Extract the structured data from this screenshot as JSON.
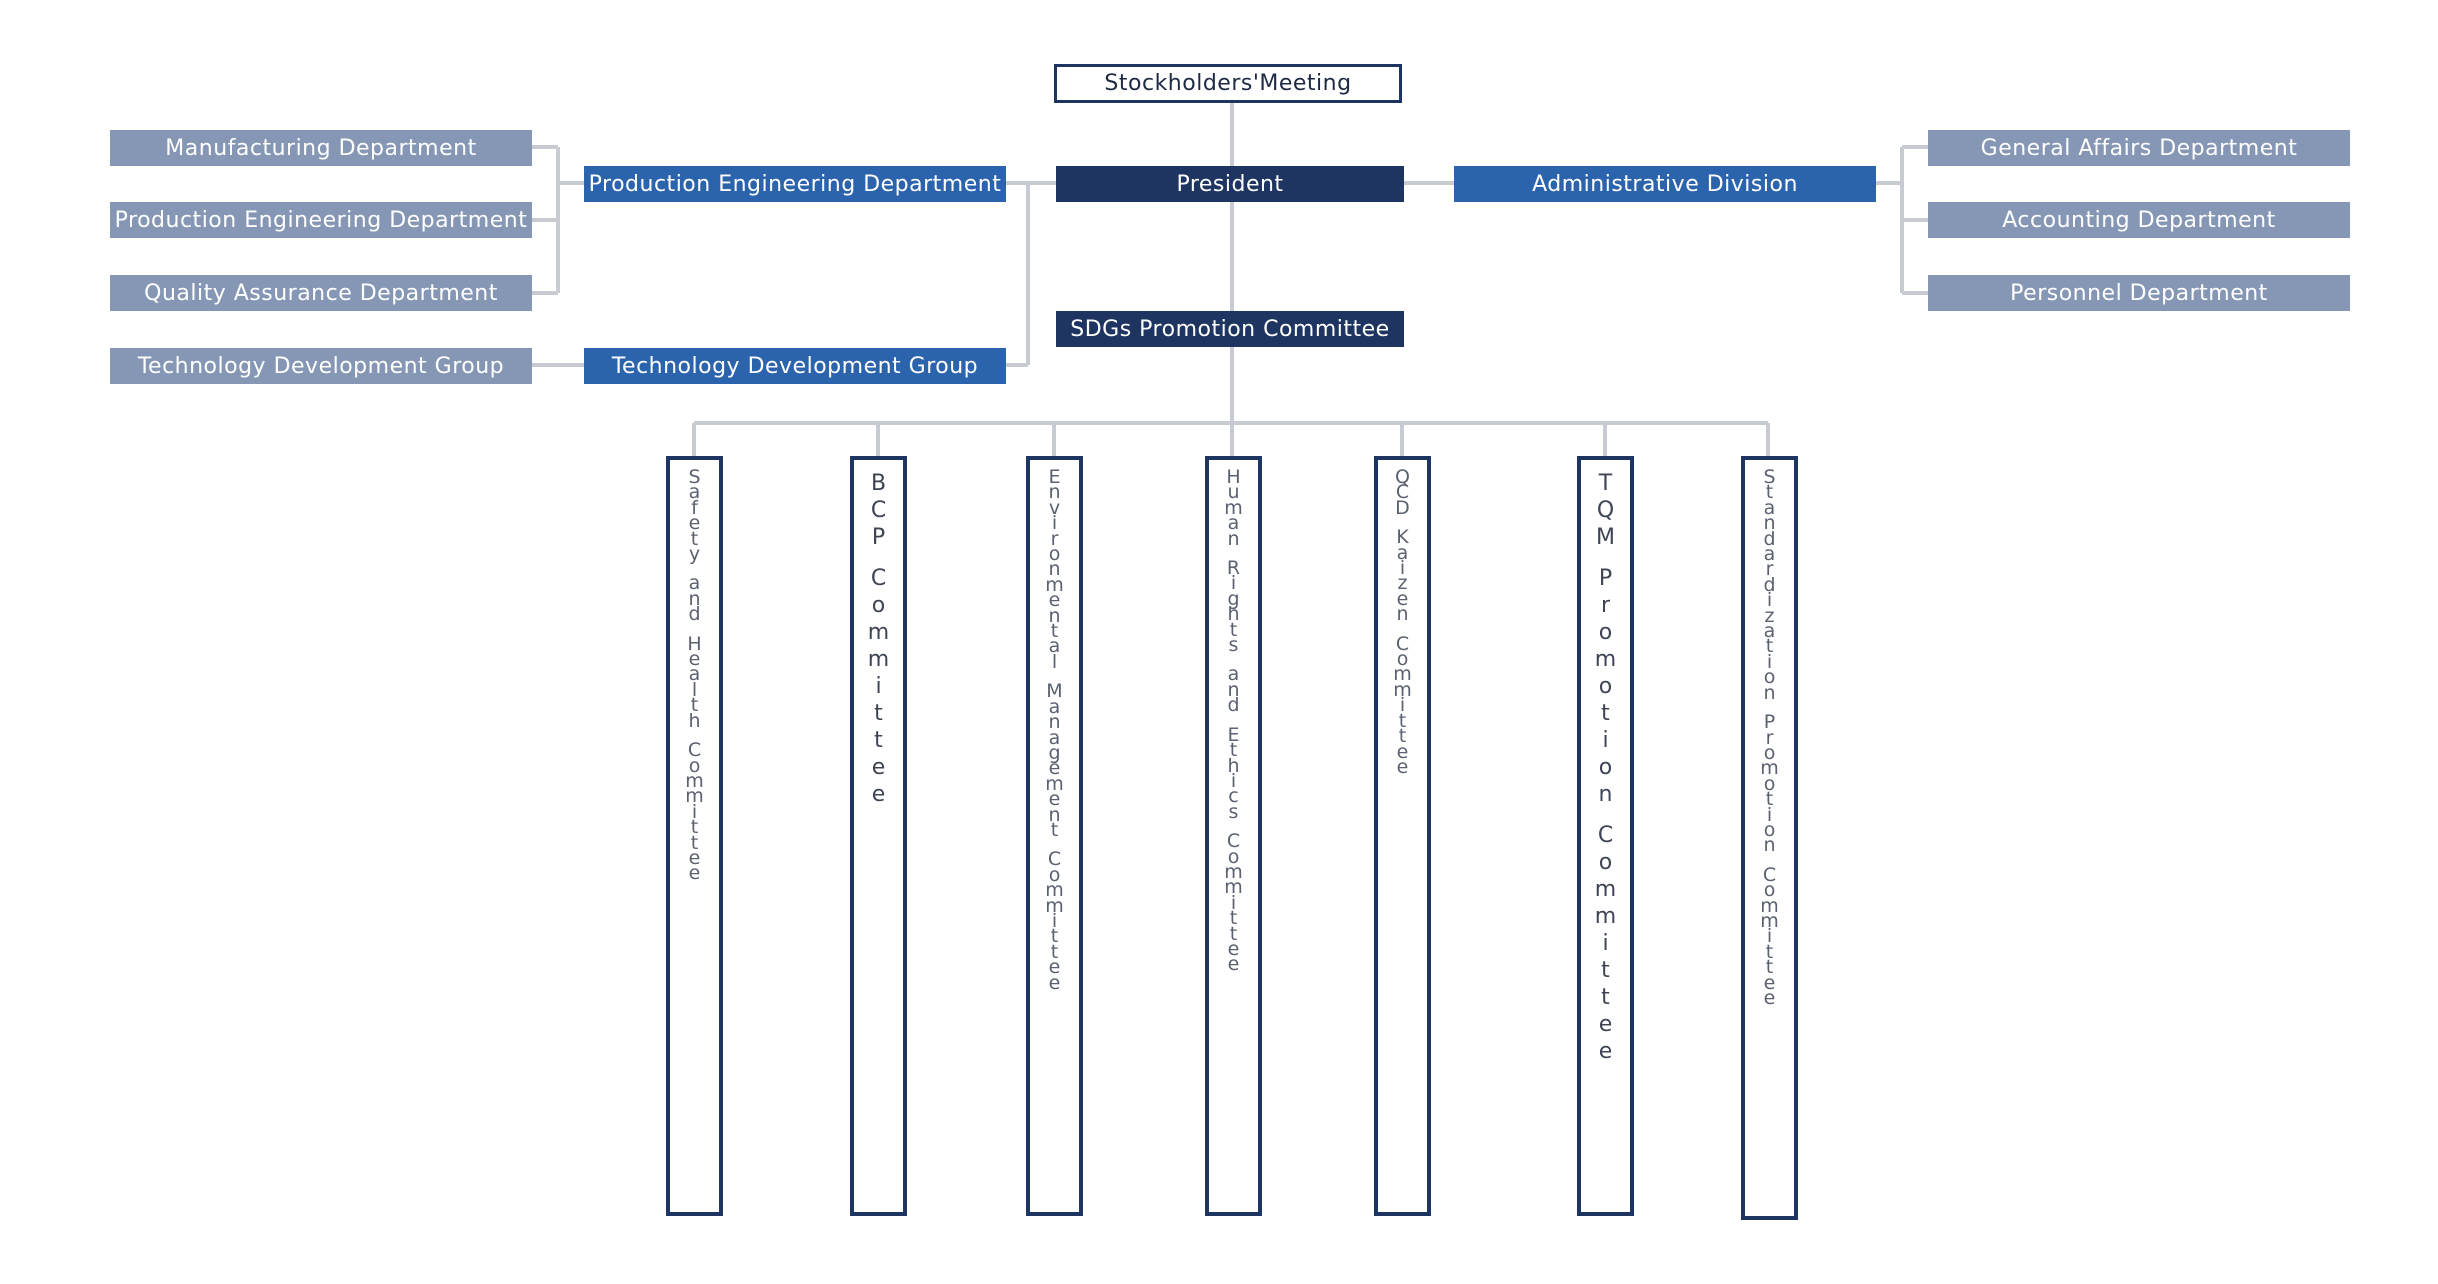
{
  "top": {
    "label": "Stockholders'Meeting"
  },
  "president": {
    "label": "President"
  },
  "sdgs": {
    "label": "SDGs Promotion Committee"
  },
  "left": {
    "production": {
      "label": "Production Engineering Department"
    },
    "technology": {
      "label": "Technology Development Group"
    },
    "sub_production": [
      {
        "label": "Manufacturing Department"
      },
      {
        "label": "Production Engineering Department"
      },
      {
        "label": "Quality Assurance Department"
      }
    ],
    "sub_technology": {
      "label": "Technology Development Group"
    }
  },
  "right": {
    "admin": {
      "label": "Administrative Division"
    },
    "sub_admin": [
      {
        "label": "General Affairs Department"
      },
      {
        "label": "Accounting Department"
      },
      {
        "label": "Personnel Department"
      }
    ]
  },
  "committees": [
    {
      "label": "Safety and Health Committee"
    },
    {
      "label": "BCP Committee"
    },
    {
      "label": "Environmental Management Committee"
    },
    {
      "label": "Human Rights and Ethics Committee"
    },
    {
      "label": "QCD Kaizen Committee"
    },
    {
      "label": "TQM Promotion Committee"
    },
    {
      "label": "Standardization Promotion Committee"
    }
  ],
  "colors": {
    "navy": "#1e3461",
    "blue": "#2b63ad",
    "gray": "#8597b4",
    "connector": "#c8cbd2"
  }
}
